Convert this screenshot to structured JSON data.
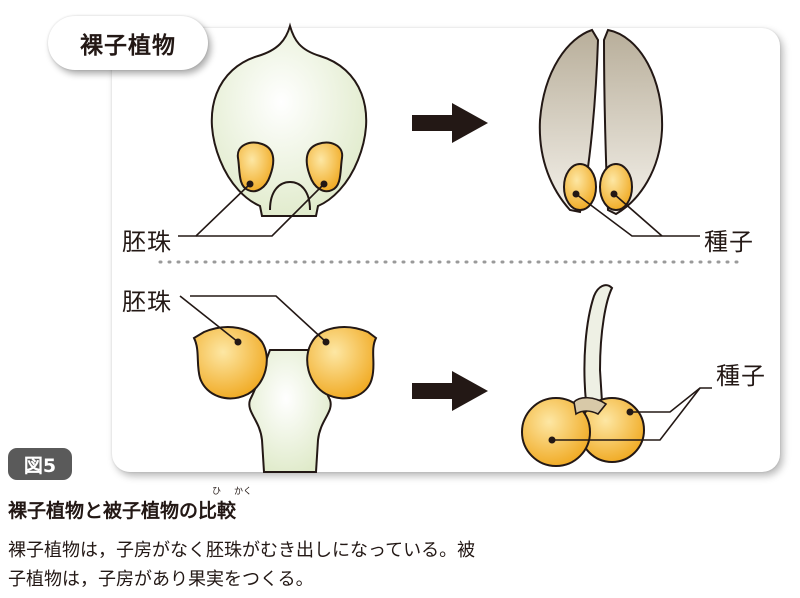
{
  "title": "裸子植物",
  "labels": {
    "ovule_top": "胚珠",
    "seed_top": "種子",
    "ovule_bottom": "胚珠",
    "seed_bottom": "種子"
  },
  "figure_badge": "図5",
  "caption": {
    "title": "裸子植物と被子植物の比較",
    "ruby_hi": "ひ",
    "ruby_kaku": "かく",
    "body_line1": "裸子植物は，子房がなく胚珠がむき出しになっている。被",
    "body_line2": "子植物は，子房があり果実をつくる。"
  },
  "colors": {
    "ovule_fill": "#f5b836",
    "ovule_stroke": "#231815",
    "ovary_fill": "#eef4e2",
    "scale_fill": "#d9d3c4",
    "arrow": "#231815",
    "badge": "#5a5a5a"
  }
}
